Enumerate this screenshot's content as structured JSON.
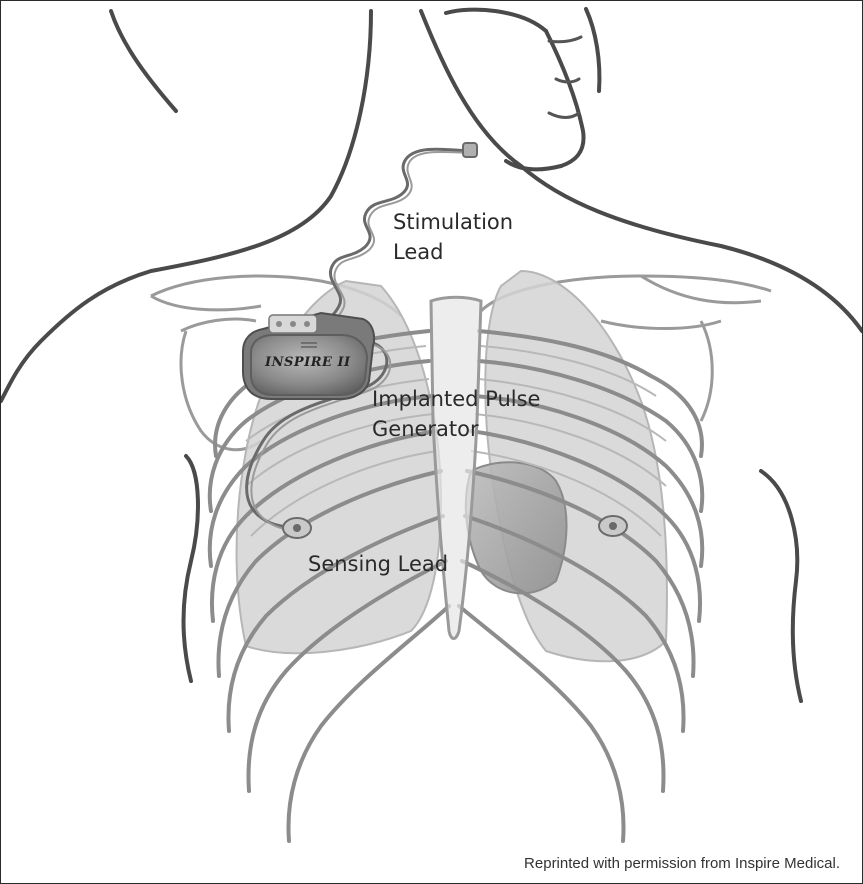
{
  "labels": {
    "stimulation_lead": [
      "Stimulation",
      "Lead"
    ],
    "pulse_generator": [
      "Implanted Pulse",
      "Generator"
    ],
    "sensing_lead": "Sensing Lead"
  },
  "device": {
    "brand_text": "INSPIRE II"
  },
  "credit": "Reprinted with permission from Inspire Medical.",
  "colors": {
    "outline": "#5a5a5a",
    "body_line": "#4a4a4a",
    "rib_line": "#8c8c8c",
    "lung_fill": "#d4d4d4",
    "device_body": "#8a8a8a",
    "device_rim": "#5e5e5e",
    "text": "#2a2a2a"
  }
}
